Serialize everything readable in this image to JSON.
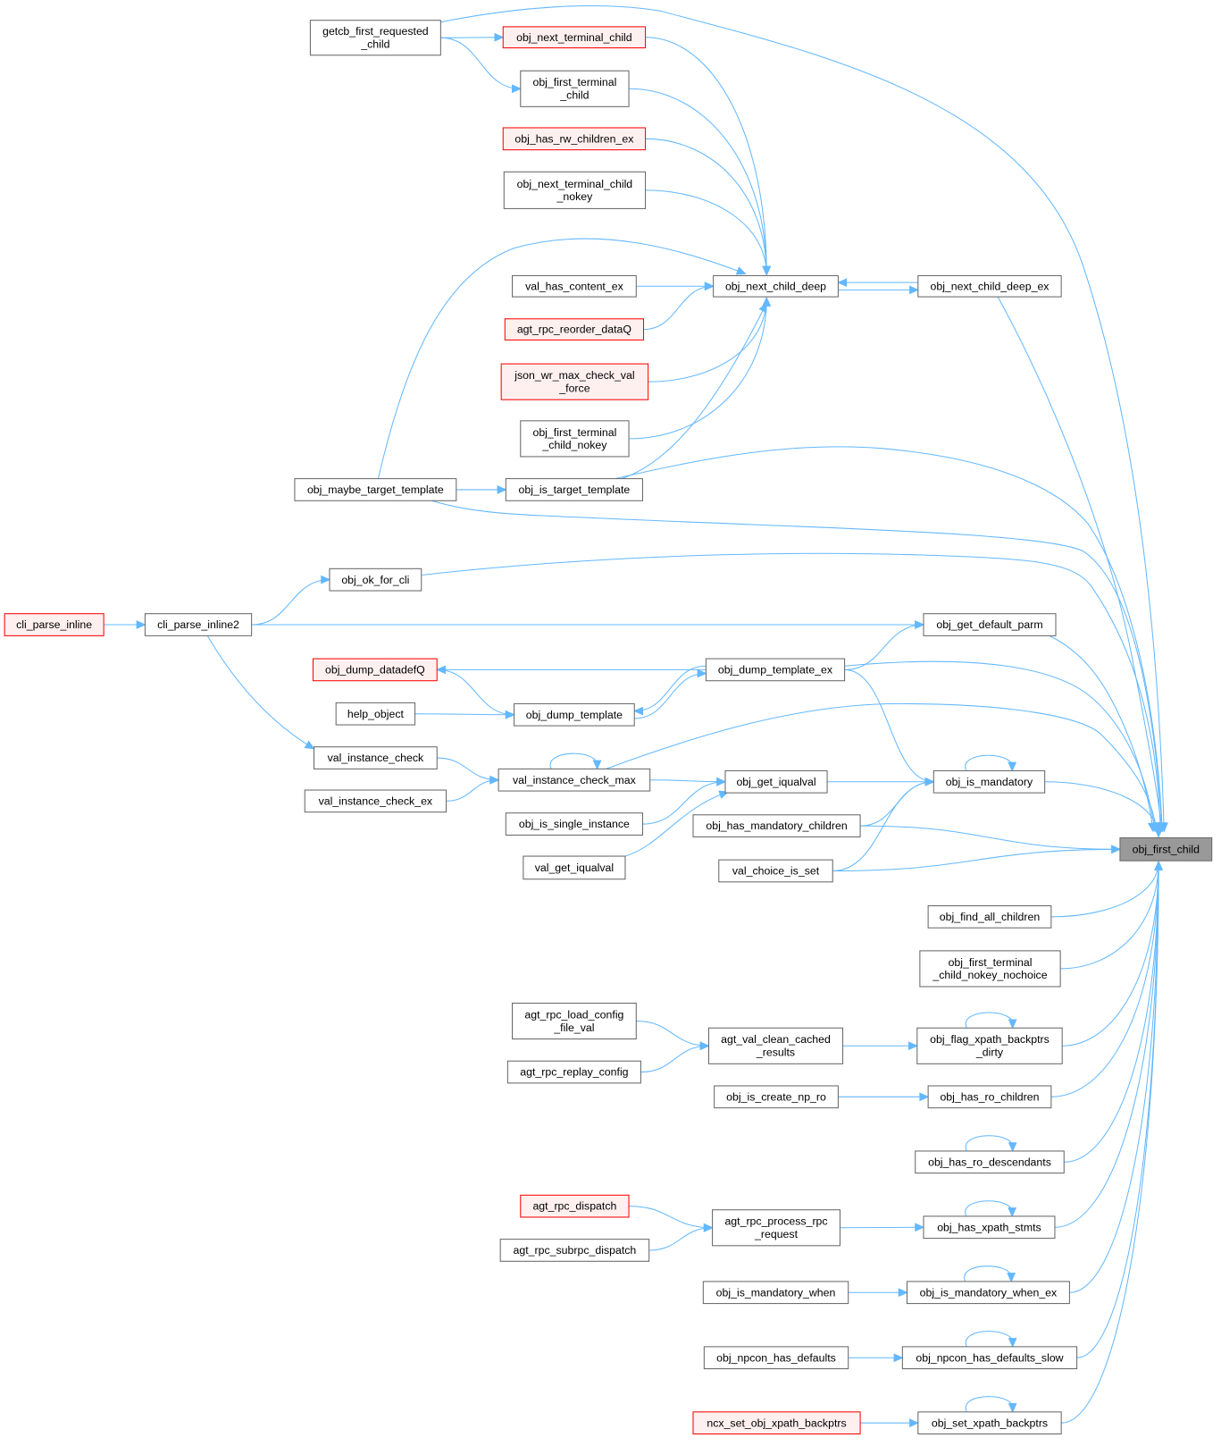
{
  "graph": {
    "type": "caller-graph",
    "root": "obj_first_child",
    "colors": {
      "edge": "#63b8ff",
      "truncated_border": "#ff0000",
      "truncated_fill": "#fff0f0",
      "root_fill": "#999999",
      "border": "#666666"
    },
    "nodes": [
      {
        "id": "getcb",
        "lines": [
          "getcb_first_requested",
          "_child"
        ],
        "style": "normal"
      },
      {
        "id": "ontc",
        "lines": [
          "obj_next_terminal_child"
        ],
        "style": "red"
      },
      {
        "id": "oftc",
        "lines": [
          "obj_first_terminal",
          "_child"
        ],
        "style": "normal"
      },
      {
        "id": "ohrce",
        "lines": [
          "obj_has_rw_children_ex"
        ],
        "style": "red"
      },
      {
        "id": "ontcn",
        "lines": [
          "obj_next_terminal_child",
          "_nokey"
        ],
        "style": "normal"
      },
      {
        "id": "oncd",
        "lines": [
          "obj_next_child_deep"
        ],
        "style": "normal"
      },
      {
        "id": "oncde",
        "lines": [
          "obj_next_child_deep_ex"
        ],
        "style": "normal"
      },
      {
        "id": "vhce",
        "lines": [
          "val_has_content_ex"
        ],
        "style": "normal"
      },
      {
        "id": "arrd",
        "lines": [
          "agt_rpc_reorder_dataQ"
        ],
        "style": "red"
      },
      {
        "id": "jwmc",
        "lines": [
          "json_wr_max_check_val",
          "_force"
        ],
        "style": "red"
      },
      {
        "id": "oftcn",
        "lines": [
          "obj_first_terminal",
          "_child_nokey"
        ],
        "style": "normal"
      },
      {
        "id": "omtt",
        "lines": [
          "obj_maybe_target_template"
        ],
        "style": "normal"
      },
      {
        "id": "oitt",
        "lines": [
          "obj_is_target_template"
        ],
        "style": "normal"
      },
      {
        "id": "ook",
        "lines": [
          "obj_ok_for_cli"
        ],
        "style": "normal"
      },
      {
        "id": "cpi",
        "lines": [
          "cli_parse_inline"
        ],
        "style": "red"
      },
      {
        "id": "cpi2",
        "lines": [
          "cli_parse_inline2"
        ],
        "style": "normal"
      },
      {
        "id": "ogdp",
        "lines": [
          "obj_get_default_parm"
        ],
        "style": "normal"
      },
      {
        "id": "odd",
        "lines": [
          "obj_dump_datadefQ"
        ],
        "style": "red"
      },
      {
        "id": "odte",
        "lines": [
          "obj_dump_template_ex"
        ],
        "style": "normal"
      },
      {
        "id": "help",
        "lines": [
          "help_object"
        ],
        "style": "normal"
      },
      {
        "id": "odt",
        "lines": [
          "obj_dump_template"
        ],
        "style": "normal"
      },
      {
        "id": "vic",
        "lines": [
          "val_instance_check"
        ],
        "style": "normal"
      },
      {
        "id": "vicm",
        "lines": [
          "val_instance_check_max"
        ],
        "style": "normal"
      },
      {
        "id": "ogi",
        "lines": [
          "obj_get_iqualval"
        ],
        "style": "normal"
      },
      {
        "id": "oim",
        "lines": [
          "obj_is_mandatory"
        ],
        "style": "normal"
      },
      {
        "id": "vice",
        "lines": [
          "val_instance_check_ex"
        ],
        "style": "normal"
      },
      {
        "id": "oisi",
        "lines": [
          "obj_is_single_instance"
        ],
        "style": "normal"
      },
      {
        "id": "ohmc",
        "lines": [
          "obj_has_mandatory_children"
        ],
        "style": "normal"
      },
      {
        "id": "ofc",
        "lines": [
          "obj_first_child"
        ],
        "style": "root"
      },
      {
        "id": "vgi",
        "lines": [
          "val_get_iqualval"
        ],
        "style": "normal"
      },
      {
        "id": "vcis",
        "lines": [
          "val_choice_is_set"
        ],
        "style": "normal"
      },
      {
        "id": "ofac",
        "lines": [
          "obj_find_all_children"
        ],
        "style": "normal"
      },
      {
        "id": "oftcnn",
        "lines": [
          "obj_first_terminal",
          "_child_nokey_nochoice"
        ],
        "style": "normal"
      },
      {
        "id": "arlc",
        "lines": [
          "agt_rpc_load_config",
          "_file_val"
        ],
        "style": "normal"
      },
      {
        "id": "avcc",
        "lines": [
          "agt_val_clean_cached",
          "_results"
        ],
        "style": "normal"
      },
      {
        "id": "ofxb",
        "lines": [
          "obj_flag_xpath_backptrs",
          "_dirty"
        ],
        "style": "normal"
      },
      {
        "id": "arrc",
        "lines": [
          "agt_rpc_replay_config"
        ],
        "style": "normal"
      },
      {
        "id": "oicn",
        "lines": [
          "obj_is_create_np_ro"
        ],
        "style": "normal"
      },
      {
        "id": "ohrc",
        "lines": [
          "obj_has_ro_children"
        ],
        "style": "normal"
      },
      {
        "id": "ohrd",
        "lines": [
          "obj_has_ro_descendants"
        ],
        "style": "normal"
      },
      {
        "id": "ard",
        "lines": [
          "agt_rpc_dispatch"
        ],
        "style": "red"
      },
      {
        "id": "arpr",
        "lines": [
          "agt_rpc_process_rpc",
          "_request"
        ],
        "style": "normal"
      },
      {
        "id": "ohxs",
        "lines": [
          "obj_has_xpath_stmts"
        ],
        "style": "normal"
      },
      {
        "id": "arsd",
        "lines": [
          "agt_rpc_subrpc_dispatch"
        ],
        "style": "normal"
      },
      {
        "id": "oimw",
        "lines": [
          "obj_is_mandatory_when"
        ],
        "style": "normal"
      },
      {
        "id": "oimwe",
        "lines": [
          "obj_is_mandatory_when_ex"
        ],
        "style": "normal"
      },
      {
        "id": "onhd",
        "lines": [
          "obj_npcon_has_defaults"
        ],
        "style": "normal"
      },
      {
        "id": "onhds",
        "lines": [
          "obj_npcon_has_defaults_slow"
        ],
        "style": "normal"
      },
      {
        "id": "nsox",
        "lines": [
          "ncx_set_obj_xpath_backptrs"
        ],
        "style": "red"
      },
      {
        "id": "osxb",
        "lines": [
          "obj_set_xpath_backptrs"
        ],
        "style": "normal"
      }
    ],
    "edges": [
      [
        "getcb",
        "ontc"
      ],
      [
        "getcb",
        "oftc"
      ],
      [
        "getcb",
        "ofc"
      ],
      [
        "ontc",
        "oncd"
      ],
      [
        "oftc",
        "oncd"
      ],
      [
        "ohrce",
        "oncd"
      ],
      [
        "ontcn",
        "oncd"
      ],
      [
        "vhce",
        "oncd"
      ],
      [
        "arrd",
        "oncd"
      ],
      [
        "jwmc",
        "oncd"
      ],
      [
        "oftcn",
        "oncd"
      ],
      [
        "oitt",
        "oncd"
      ],
      [
        "omtt",
        "oncd"
      ],
      [
        "oncde",
        "oncd"
      ],
      [
        "oncd",
        "oncde"
      ],
      [
        "oncde",
        "ofc"
      ],
      [
        "omtt",
        "oitt"
      ],
      [
        "omtt",
        "ofc"
      ],
      [
        "oitt",
        "ofc"
      ],
      [
        "ook",
        "ofc"
      ],
      [
        "cpi2",
        "ook"
      ],
      [
        "cpi",
        "cpi2"
      ],
      [
        "cpi2",
        "ogdp"
      ],
      [
        "ogdp",
        "ofc"
      ],
      [
        "odte",
        "ogdp"
      ],
      [
        "odte",
        "ofc"
      ],
      [
        "odte",
        "odd"
      ],
      [
        "odd",
        "odt"
      ],
      [
        "odt",
        "odte"
      ],
      [
        "odte",
        "odt"
      ],
      [
        "help",
        "odt"
      ],
      [
        "odte",
        "oim"
      ],
      [
        "cpi2",
        "vic"
      ],
      [
        "vic",
        "vicm"
      ],
      [
        "vice",
        "vicm"
      ],
      [
        "vicm",
        "vicm"
      ],
      [
        "vicm",
        "ogi"
      ],
      [
        "vicm",
        "ofc"
      ],
      [
        "oisi",
        "ogi"
      ],
      [
        "vgi",
        "ogi"
      ],
      [
        "ogi",
        "oim"
      ],
      [
        "ohmc",
        "oim"
      ],
      [
        "vcis",
        "oim"
      ],
      [
        "oim",
        "oim"
      ],
      [
        "oim",
        "ofc"
      ],
      [
        "ohmc",
        "ofc"
      ],
      [
        "vcis",
        "ofc"
      ],
      [
        "ofac",
        "ofc"
      ],
      [
        "oftcnn",
        "ofc"
      ],
      [
        "arlc",
        "avcc"
      ],
      [
        "arrc",
        "avcc"
      ],
      [
        "avcc",
        "ofxb"
      ],
      [
        "ofxb",
        "ofxb"
      ],
      [
        "ofxb",
        "ofc"
      ],
      [
        "oicn",
        "ohrc"
      ],
      [
        "ohrc",
        "ofc"
      ],
      [
        "ohrd",
        "ohrd"
      ],
      [
        "ohrd",
        "ofc"
      ],
      [
        "ard",
        "arpr"
      ],
      [
        "arsd",
        "arpr"
      ],
      [
        "arpr",
        "ohxs"
      ],
      [
        "ohxs",
        "ohxs"
      ],
      [
        "ohxs",
        "ofc"
      ],
      [
        "oimw",
        "oimwe"
      ],
      [
        "oimwe",
        "oimwe"
      ],
      [
        "oimwe",
        "ofc"
      ],
      [
        "onhd",
        "onhds"
      ],
      [
        "onhds",
        "onhds"
      ],
      [
        "onhds",
        "ofc"
      ],
      [
        "nsox",
        "osxb"
      ],
      [
        "osxb",
        "osxb"
      ],
      [
        "osxb",
        "ofc"
      ]
    ]
  }
}
